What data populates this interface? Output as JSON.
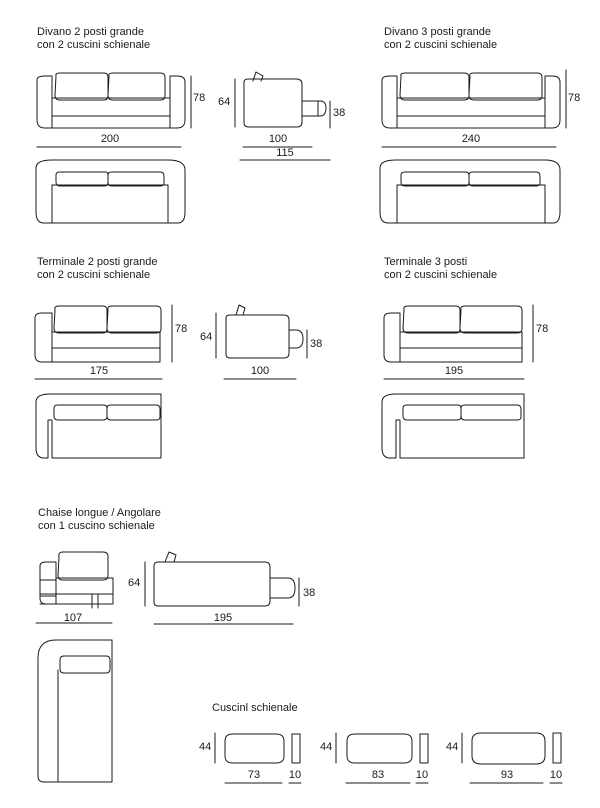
{
  "sections": {
    "divano2": {
      "line1": "Divano 2 posti grande",
      "line2": "con 2 cuscini schienale"
    },
    "divano3": {
      "line1": "Divano 3 posti grande",
      "line2": "con 2 cuscini schienale"
    },
    "terminale2": {
      "line1": "Terminale  2 posti grande",
      "line2": "con 2 cuscini schienale"
    },
    "terminale3": {
      "line1": "Terminale  3 posti",
      "line2": "con 2 cuscini schienale"
    },
    "chaise": {
      "line1": "Chaise longue / Angolare",
      "line2": "con 1 cuscino schienale"
    },
    "cuscini": {
      "line1": "Cuscinl schienale"
    }
  },
  "dimensions": {
    "divano2": {
      "width": "200",
      "height": "78",
      "side_height": "64",
      "side_depth": "100",
      "side_total": "115",
      "cushion": "38"
    },
    "divano3": {
      "width": "240",
      "height": "78"
    },
    "terminale2": {
      "width": "175",
      "height": "78",
      "side_height": "64",
      "side_depth": "100",
      "cushion": "38"
    },
    "terminale3": {
      "width": "195",
      "height": "78"
    },
    "chaise": {
      "width": "107",
      "side_height": "64",
      "side_depth": "195",
      "cushion": "38"
    },
    "cuscini": [
      {
        "height": "44",
        "width": "73",
        "depth": "10"
      },
      {
        "height": "44",
        "width": "83",
        "depth": "10"
      },
      {
        "height": "44",
        "width": "93",
        "depth": "10"
      }
    ]
  }
}
